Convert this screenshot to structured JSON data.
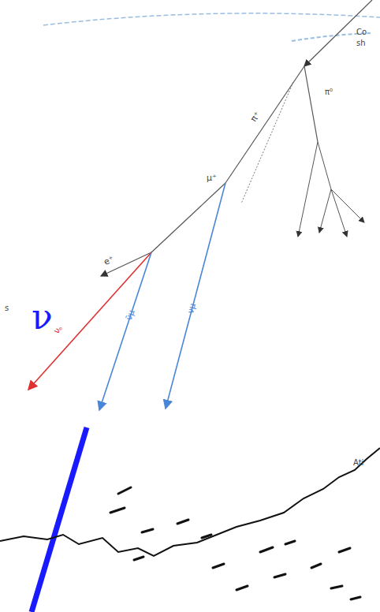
{
  "diagram": {
    "labels": [
      "Co",
      "sh",
      "π⁺",
      "π⁰",
      "μ⁺",
      "e⁺",
      "νₑ",
      "ν̄μ",
      "νμ",
      "ν",
      "s",
      "Ati"
    ]
  }
}
